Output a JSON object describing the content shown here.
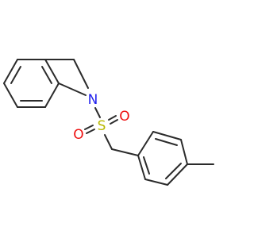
{
  "molecule": {
    "atom_labels": {
      "nitrogen": "N",
      "sulfur": "S",
      "oxygen_left": "O",
      "oxygen_right": "O"
    },
    "colors": {
      "bond": "#2b2b2b",
      "nitrogen": "#2222ee",
      "sulfur": "#b8b800",
      "oxygen": "#ee1111",
      "background": "#ffffff"
    }
  }
}
